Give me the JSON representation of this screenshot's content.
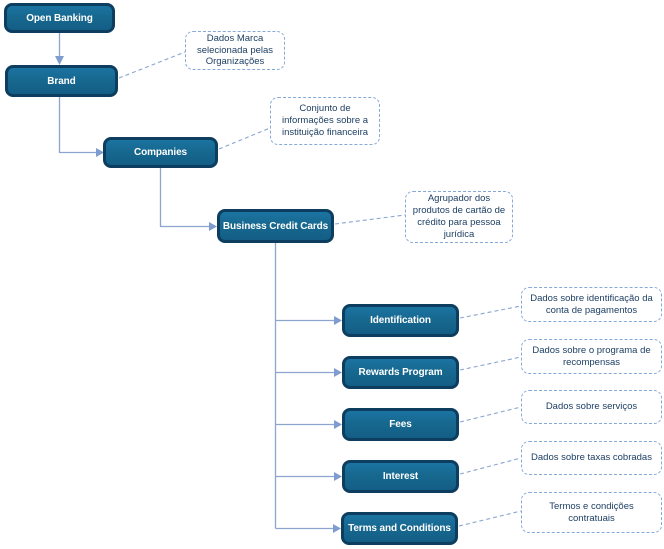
{
  "diagram": {
    "type": "hierarchy-tree",
    "background": "#ffffff",
    "colors": {
      "node_fill": "#17688f",
      "node_fill_top": "#1b74a2",
      "node_border": "#0e3e5f",
      "node_text": "#ffffff",
      "connector_line": "#8ba5d0",
      "arrowhead": "#7e9ccd",
      "annotation_border": "#85aad8",
      "annotation_text": "#1d3f63"
    },
    "nodes": [
      {
        "id": "open-banking",
        "label": "Open Banking"
      },
      {
        "id": "brand",
        "label": "Brand"
      },
      {
        "id": "companies",
        "label": "Companies"
      },
      {
        "id": "business-credit-cards",
        "label": "Business Credit Cards"
      },
      {
        "id": "identification",
        "label": "Identification"
      },
      {
        "id": "rewards-program",
        "label": "Rewards Program"
      },
      {
        "id": "fees",
        "label": "Fees"
      },
      {
        "id": "interest",
        "label": "Interest"
      },
      {
        "id": "terms-and-conditions",
        "label": "Terms and Conditions"
      }
    ],
    "edges": [
      {
        "from": "Open Banking",
        "to": "Brand"
      },
      {
        "from": "Brand",
        "to": "Companies"
      },
      {
        "from": "Companies",
        "to": "Business Credit Cards"
      },
      {
        "from": "Business Credit Cards",
        "to": "Identification"
      },
      {
        "from": "Business Credit Cards",
        "to": "Rewards Program"
      },
      {
        "from": "Business Credit Cards",
        "to": "Fees"
      },
      {
        "from": "Business Credit Cards",
        "to": "Interest"
      },
      {
        "from": "Business Credit Cards",
        "to": "Terms and Conditions"
      }
    ],
    "annotations": [
      {
        "attached_to": "Brand",
        "text": "Dados Marca selecionada pelas Organizações"
      },
      {
        "attached_to": "Companies",
        "text": "Conjunto de informações sobre a instituição financeira"
      },
      {
        "attached_to": "Business Credit Cards",
        "text": "Agrupador dos produtos de cartão de crédito para pessoa jurídica"
      },
      {
        "attached_to": "Identification",
        "text": "Dados sobre identificação da conta de pagamentos"
      },
      {
        "attached_to": "Rewards Program",
        "text": "Dados sobre o programa de recompensas"
      },
      {
        "attached_to": "Fees",
        "text": "Dados sobre serviços"
      },
      {
        "attached_to": "Interest",
        "text": "Dados sobre taxas cobradas"
      },
      {
        "attached_to": "Terms and Conditions",
        "text": "Termos e condições contratuais"
      }
    ]
  }
}
